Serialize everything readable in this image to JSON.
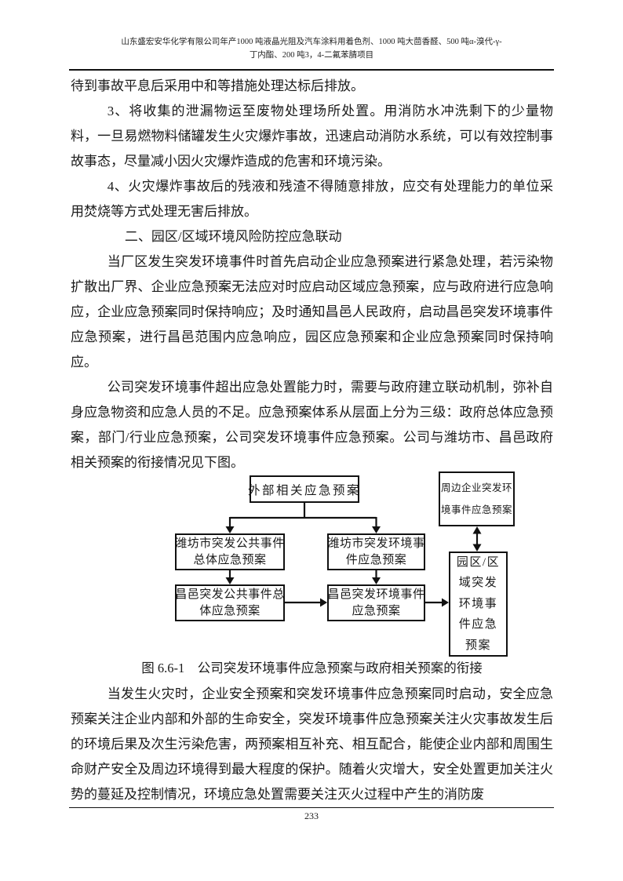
{
  "header": {
    "title_line1": "山东盛宏安华化学有限公司年产1000 吨液晶光阻及汽车涂料用着色剂、1000 吨大茴香醛、500 吨α-溴代-γ-",
    "title_line2": "丁内酯、200 吨3，4-二氟苯腈项目"
  },
  "body": {
    "paragraphs": [
      "待到事故平息后采用中和等措施处理达标后排放。",
      "3、将收集的泄漏物运至废物处理场所处置。用消防水冲洗剩下的少量物料，一旦易燃物料储罐发生火灾爆炸事故，迅速启动消防水系统，可以有效控制事故事态，尽量减小因火灾爆炸造成的危害和环境污染。",
      "4、火灾爆炸事故后的残液和残渣不得随意排放，应交有处理能力的单位采用焚烧等方式处理无害后排放。",
      "二、园区/区域环境风险防控应急联动",
      "当厂区发生突发环境事件时首先启动企业应急预案进行紧急处理，若污染物扩散出厂界、企业应急预案无法应对时应启动区域应急预案，应与政府进行应急响应，企业应急预案同时保持响应；及时通知昌邑人民政府，启动昌邑突发环境事件应急预案，进行昌邑范围内应急响应，园区应急预案和企业应急预案同时保持响应。",
      "公司突发环境事件超出应急处置能力时，需要与政府建立联动机制，弥补自身应急物资和应急人员的不足。应急预案体系从层面上分为三级：政府总体应急预案，部门/行业应急预案，公司突发环境事件应急预案。公司与潍坊市、昌邑政府相关预案的衔接情况见下图。"
    ],
    "after_figure_paragraph": "当发生火灾时，企业安全预案和突发环境事件应急预案同时启动，安全应急预案关注企业内部和外部的生命安全，突发环境事件应急预案关注火灾事故发生后的环境后果及次生污染危害，两预案相互补充、相互配合，能使企业内部和周围生命财产安全及周边环境得到最大程度的保护。随着火灾增大，安全处置更加关注火势的蔓延及控制情况，环境应急处置需要关注灭火过程中产生的消防废"
  },
  "figure": {
    "caption": "图 6.6-1　公司突发环境事件应急预案与政府相关预案的衔接",
    "boxes": {
      "external": [
        "外部相关应急预案"
      ],
      "surrounding": [
        "周边企业突发环",
        "境事件应急预案"
      ],
      "weifang_public": [
        "潍坊市突发公共事件",
        "总体应急预案"
      ],
      "weifang_env": [
        "潍坊市突发环境事",
        "件应急预案"
      ],
      "changyi_public": [
        "昌邑突发公共事件总",
        "体应急预案"
      ],
      "changyi_env": [
        "昌邑突发环境事件",
        "应急预案"
      ],
      "park": [
        "园区/区",
        "域突发",
        "环境事",
        "件应急",
        "预案"
      ]
    }
  },
  "footer": {
    "page_number": "233"
  },
  "colors": {
    "ink": "#1a1a1a",
    "rule": "#111111"
  }
}
